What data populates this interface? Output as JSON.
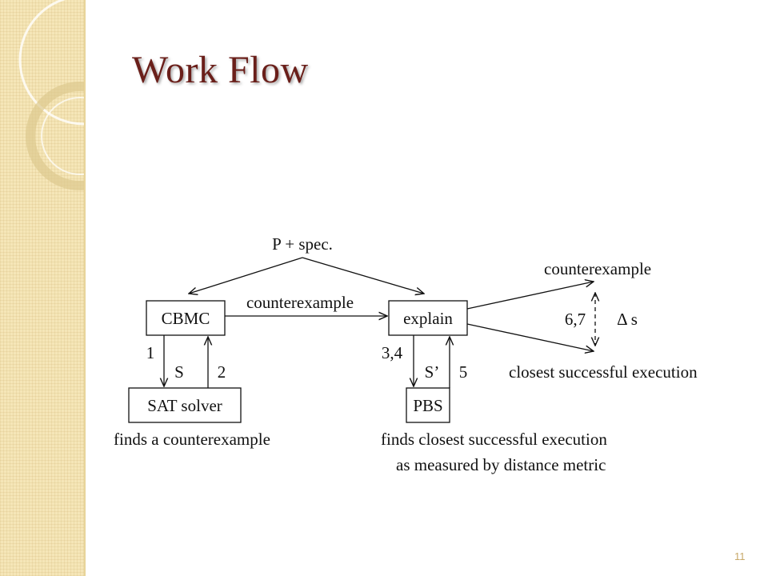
{
  "slide": {
    "title": "Work Flow",
    "page_number": "11"
  },
  "diagram": {
    "input_label": "P + spec.",
    "nodes": {
      "cbmc": "CBMC",
      "explain": "explain",
      "sat_solver": "SAT solver",
      "pbs": "PBS"
    },
    "edges": {
      "cbmc_to_explain": "counterexample",
      "cbmc_to_sat_step": "1",
      "cbmc_to_sat_label": "S",
      "sat_to_cbmc_step": "2",
      "explain_to_pbs_step": "3,4",
      "explain_to_pbs_label": "S’",
      "pbs_to_explain_step": "5",
      "output_steps": "6,7",
      "delta_label": "Δ s"
    },
    "outputs": {
      "top": "counterexample",
      "bottom": "closest successful execution"
    },
    "captions": {
      "sat_solver": "finds a counterexample",
      "pbs_line1": "finds closest successful execution",
      "pbs_line2": "as measured by distance metric"
    }
  }
}
